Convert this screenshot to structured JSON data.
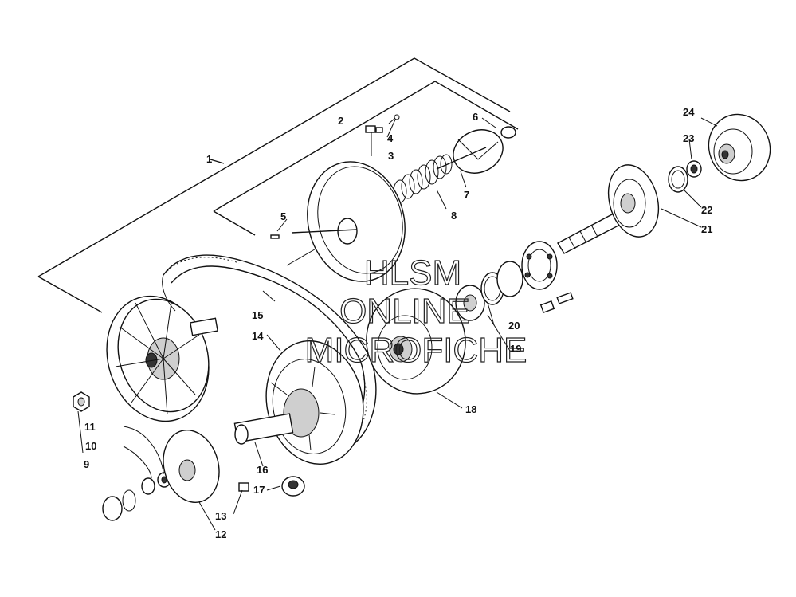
{
  "watermark": {
    "line1": "HLSM",
    "line2": "ONLINE",
    "line3": "MICROFICHE"
  },
  "callouts": [
    "1",
    "2",
    "3",
    "4",
    "5",
    "6",
    "7",
    "8",
    "9",
    "10",
    "11",
    "12",
    "13",
    "14",
    "15",
    "16",
    "17",
    "18",
    "19",
    "20",
    "21",
    "22",
    "23",
    "24"
  ]
}
